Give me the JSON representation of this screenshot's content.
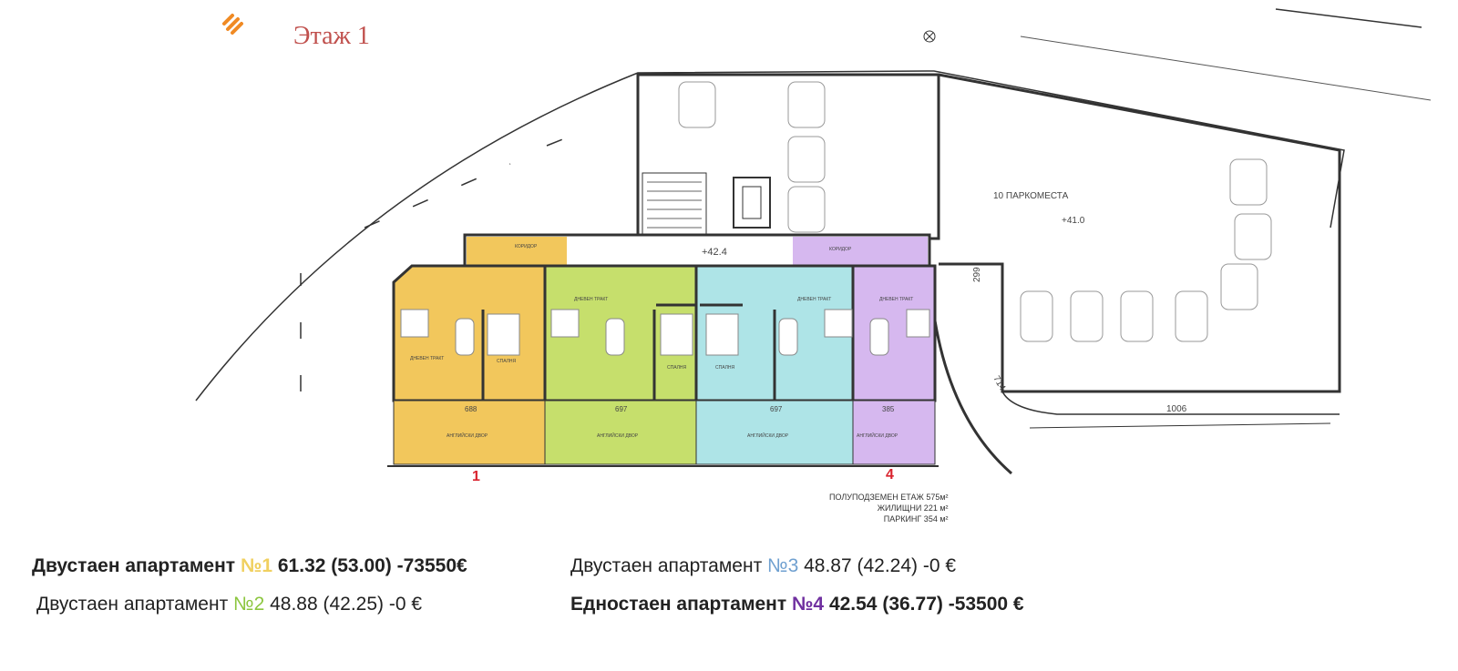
{
  "title": "Этаж 1",
  "colors": {
    "apt1": "#f2c75c",
    "apt2": "#c6df6c",
    "apt3": "#aee4e7",
    "apt4": "#d6b8ef",
    "title": "#c0504d",
    "no1": "#f0d060",
    "no2": "#8cc63f",
    "no3": "#6fa0d0",
    "no4": "#7030a0",
    "marker": "#d9232e"
  },
  "plan": {
    "parking_label": "10 ПАРКОМЕСТА",
    "level_parking": "+41.0",
    "level_corridor": "+42.4",
    "dims": {
      "apt1": "688",
      "apt2": "697",
      "apt3": "697",
      "apt4": "385",
      "road": "1006",
      "ramp_h": "299",
      "ramp_d": "714"
    },
    "rooms": {
      "living": "ДНЕВЕН ТРАКТ",
      "bedroom": "СПАЛНЯ",
      "yard": "АНГЛИЙСКИ ДВОР",
      "corridor": "КОРИДОР"
    },
    "markers": [
      "1",
      "4"
    ],
    "summary": [
      "ПОЛУПОДЗЕМЕН ЕТАЖ  575м²",
      "ЖИЛИЩНИ 221 м²",
      "ПАРКИНГ  354 м²"
    ]
  },
  "apartments": [
    {
      "type": "Двустаен  апартамент",
      "no": "№1",
      "details": "61.32 (53.00) -73550€"
    },
    {
      "type": "Двустаен  апартамент",
      "no": "№2",
      "details": "48.88 (42.25) -0 €"
    },
    {
      "type": "Двустаен  апартамент",
      "no": "№3",
      "details": "48.87 (42.24) -0 €"
    },
    {
      "type": "Едностаен апартамент",
      "no": "№4",
      "details": "42.54 (36.77) -53500 €"
    }
  ]
}
